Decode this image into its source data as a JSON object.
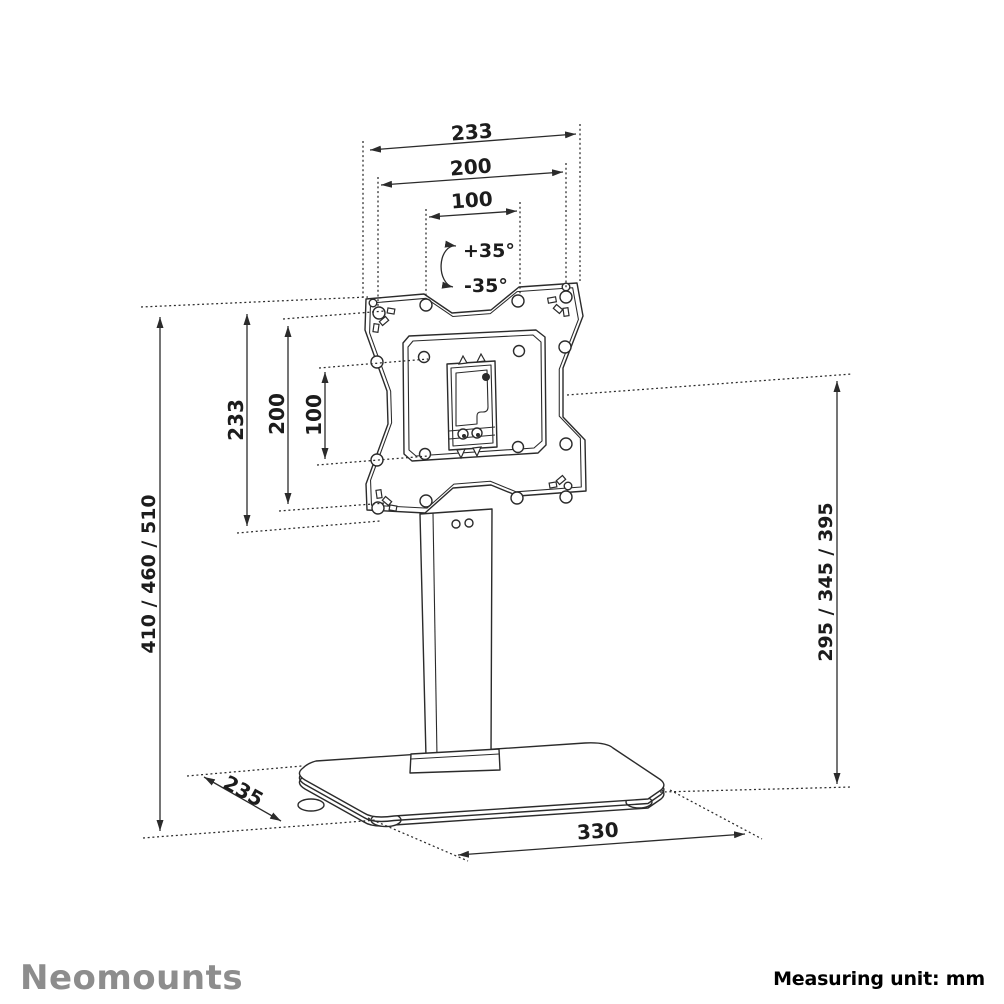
{
  "footer": {
    "brand": "Neomounts",
    "measuring_unit": "Measuring unit: mm"
  },
  "drawing": {
    "subject": "desk monitor stand with VESA mounting plate, column and base - dimensioned technical illustration",
    "line_color": "#2b2b2b",
    "logo_color": "#8d8d8d",
    "background": "#ffffff",
    "dimensions": {
      "top_width_outer": "233",
      "top_width_vesa200": "200",
      "top_width_vesa100": "100",
      "left_height_outer": "233",
      "left_height_vesa200": "200",
      "left_height_vesa100": "100",
      "left_total_height": "410 / 460 / 510",
      "right_plate_height": "295 / 345 / 395",
      "base_depth": "235",
      "base_width": "330",
      "tilt_up": "+35°",
      "tilt_down": "-35°"
    }
  }
}
